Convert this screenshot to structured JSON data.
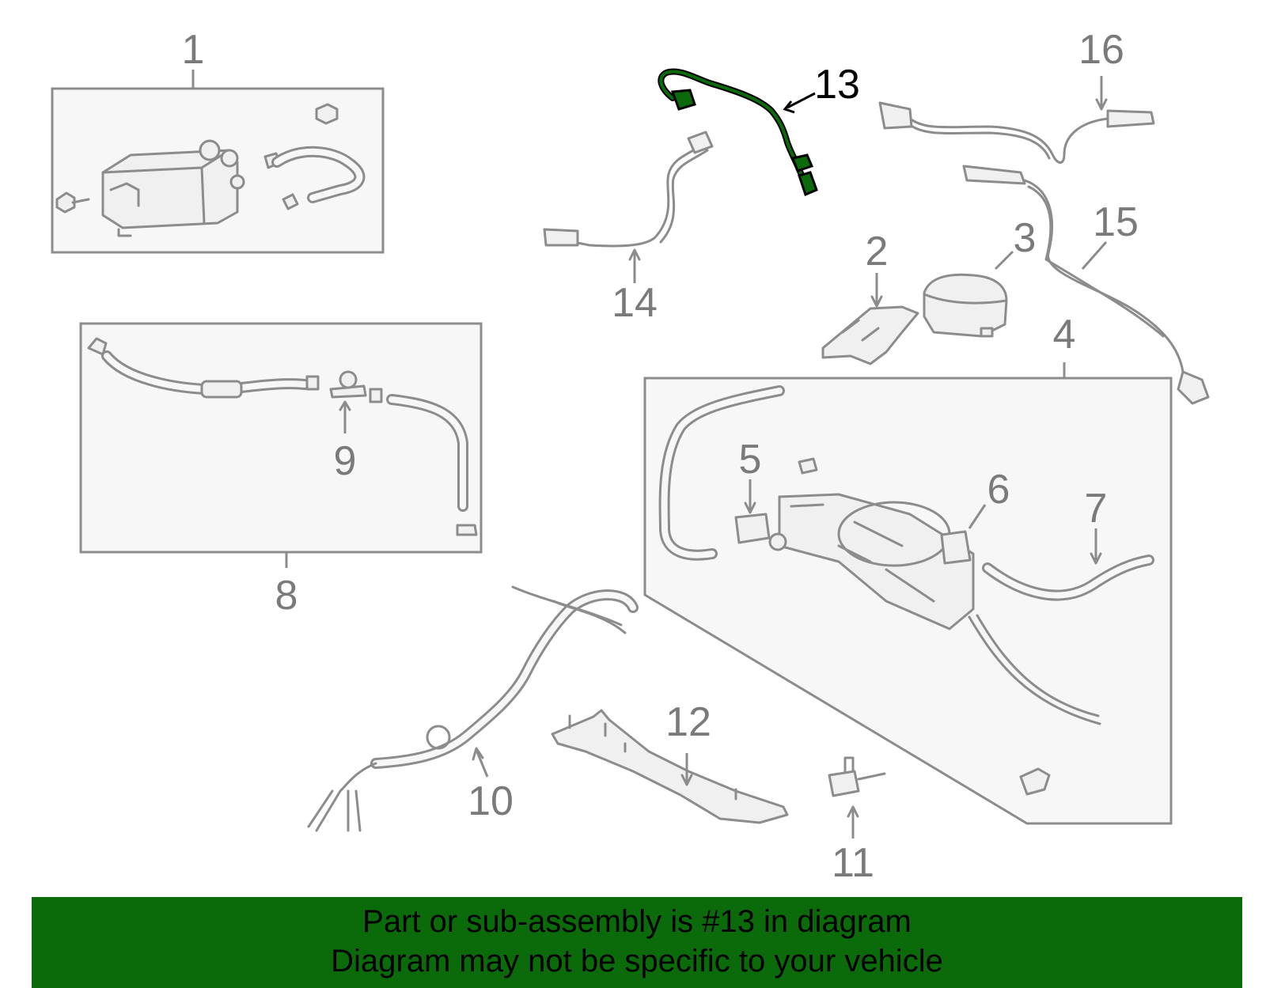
{
  "diagram": {
    "callouts": [
      "1",
      "2",
      "3",
      "4",
      "5",
      "6",
      "7",
      "8",
      "9",
      "10",
      "11",
      "12",
      "13",
      "14",
      "15",
      "16"
    ],
    "highlighted_callout": "13",
    "highlight_color": "#0b6b0b",
    "part_color": "#8c8c8c"
  },
  "banner": {
    "line1": "Part or sub-assembly is #13 in diagram",
    "line2": "Diagram may not be specific to your vehicle",
    "background": "#0b6b0b"
  }
}
